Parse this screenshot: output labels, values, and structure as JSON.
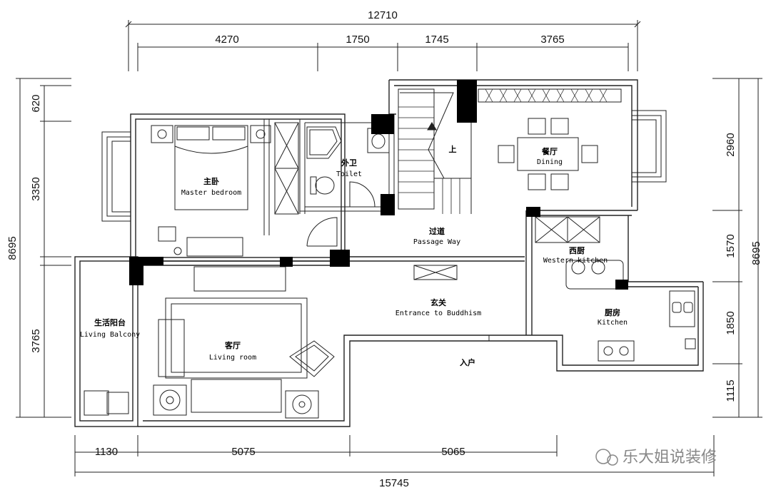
{
  "dimensions": {
    "top_total": "12710",
    "top_segments": [
      "4270",
      "1750",
      "1745",
      "3765"
    ],
    "bottom_total": "15745",
    "bottom_segments": [
      "1130",
      "5075",
      "5065"
    ],
    "left_total": "8695",
    "left_segments": [
      "620",
      "3350",
      "3765"
    ],
    "right_total": "8695",
    "right_segments": [
      "2960",
      "1570",
      "1850",
      "1115"
    ]
  },
  "rooms": {
    "master_bedroom": {
      "cn": "主卧",
      "en": "Master bedroom"
    },
    "toilet": {
      "cn": "外卫",
      "en": "Toilet"
    },
    "stairs": {
      "cn": "上"
    },
    "dining": {
      "cn": "餐厅",
      "en": "Dining"
    },
    "passage": {
      "cn": "过道",
      "en": "Passage Way"
    },
    "western_kitchen": {
      "cn": "西厨",
      "en": "Western kitchen"
    },
    "living_balcony": {
      "cn": "生活阳台",
      "en": "Living Balcony"
    },
    "entrance": {
      "cn": "玄关",
      "en": "Entrance to Buddhism"
    },
    "living_room": {
      "cn": "客厅",
      "en": "Living room"
    },
    "kitchen": {
      "cn": "厨房",
      "en": "Kitchen"
    },
    "entry": {
      "cn": "入户"
    }
  },
  "watermark": "乐大姐说装修"
}
